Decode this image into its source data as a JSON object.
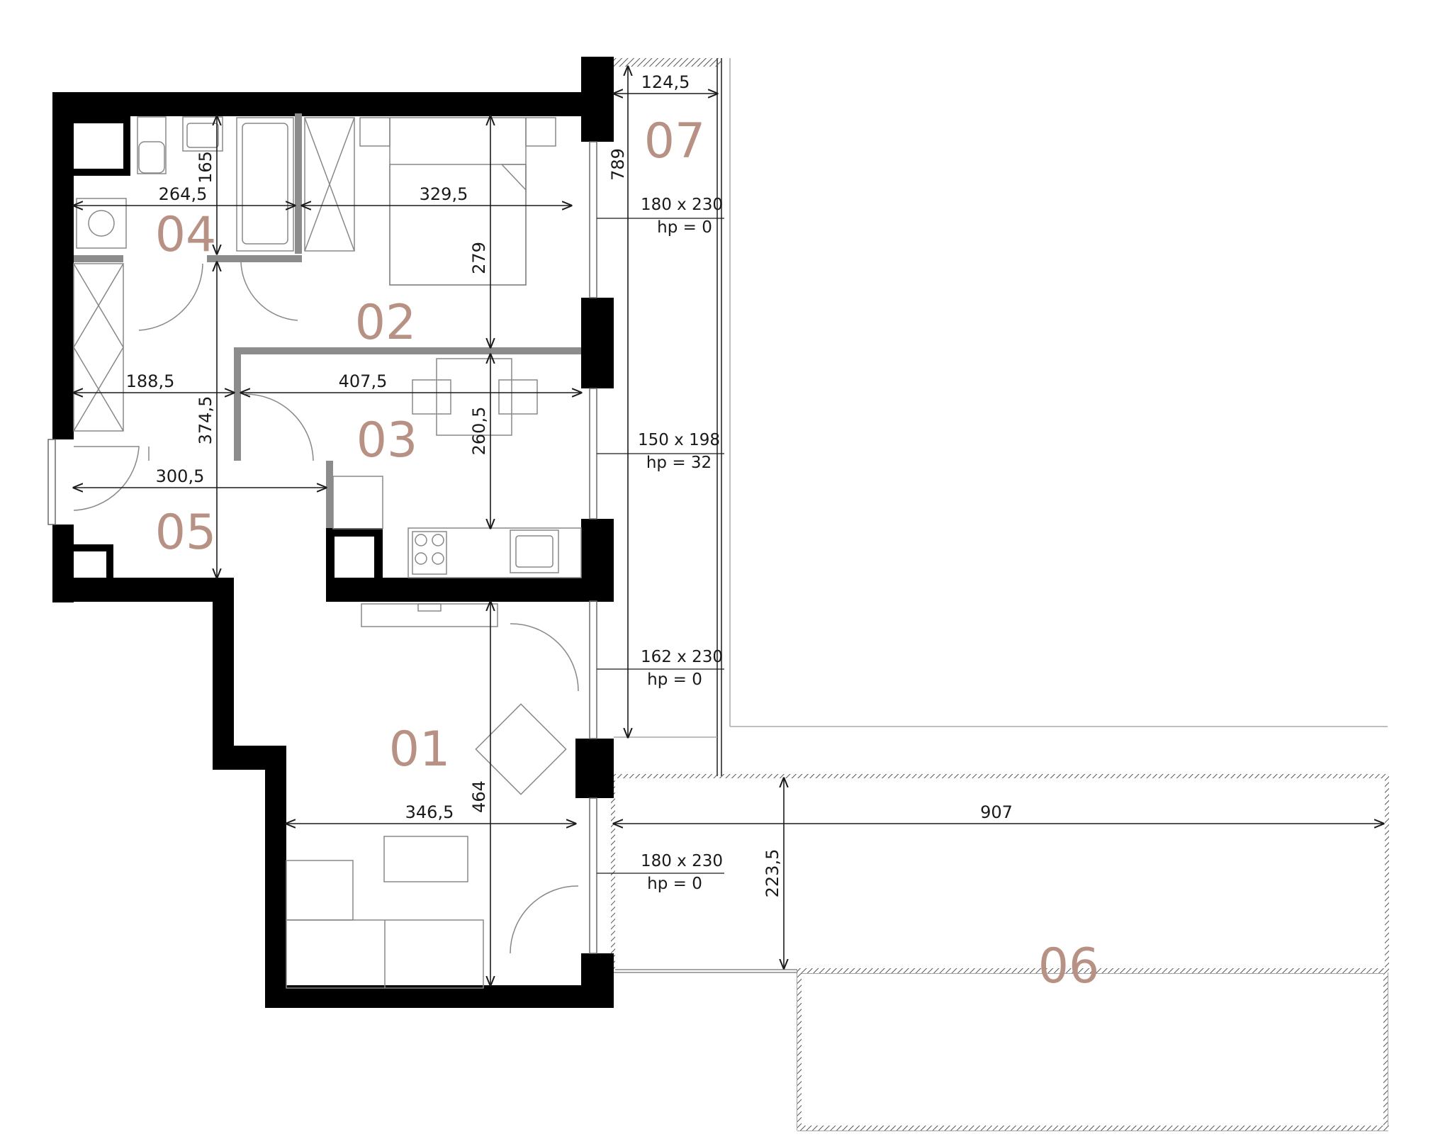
{
  "rooms": [
    {
      "id": "01",
      "label": "01"
    },
    {
      "id": "02",
      "label": "02"
    },
    {
      "id": "03",
      "label": "03"
    },
    {
      "id": "04",
      "label": "04"
    },
    {
      "id": "05",
      "label": "05"
    },
    {
      "id": "06",
      "label": "06"
    },
    {
      "id": "07",
      "label": "07"
    }
  ],
  "dimensions": {
    "bath_height": "165",
    "bath_width": "264,5",
    "bedroom_width": "329,5",
    "bedroom_depth": "279",
    "hall_width": "188,5",
    "room03_width": "407,5",
    "hall_depth": "374,5",
    "room03_depth": "260,5",
    "entry_width": "300,5",
    "living_width": "346,5",
    "living_depth": "464",
    "balcony_width": "124,5",
    "balcony_length": "789",
    "terrace_width": "907",
    "terrace_depth": "223,5"
  },
  "windows": [
    {
      "size": "180 x 230",
      "hp": "hp = 0"
    },
    {
      "size": "150 x 198",
      "hp": "hp = 32"
    },
    {
      "size": "162 x 230",
      "hp": "hp = 0"
    },
    {
      "size": "180 x 230",
      "hp": "hp = 0"
    }
  ]
}
